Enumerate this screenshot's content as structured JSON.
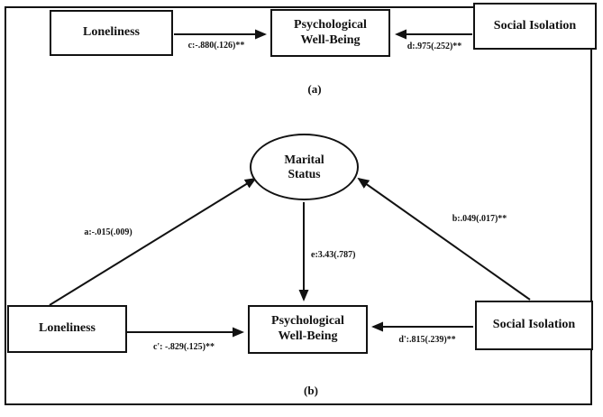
{
  "figure": {
    "panel_a": {
      "caption": "(a)",
      "loneliness_label": "Loneliness",
      "pwb_label": "Psychological Well-Being",
      "social_isolation_label": "Social Isolation",
      "path_c_label": "c:-.880(.126)**",
      "path_d_label": "d:.975(.252)**"
    },
    "panel_b": {
      "caption": "(b)",
      "loneliness_label": "Loneliness",
      "pwb_label": "Psychological Well-Being",
      "social_isolation_label": "Social Isolation",
      "mediator_label": "Marital Status",
      "path_a_label": "a:-.015(.009)",
      "path_b_label": "b:.049(.017)**",
      "path_e_label": "e:3.43(.787)",
      "path_c_prime_label": "c': -.829(.125)**",
      "path_d_prime_label": "d':.815(.239)**"
    },
    "colors": {
      "line": "#121212",
      "background": "#ffffff"
    }
  }
}
